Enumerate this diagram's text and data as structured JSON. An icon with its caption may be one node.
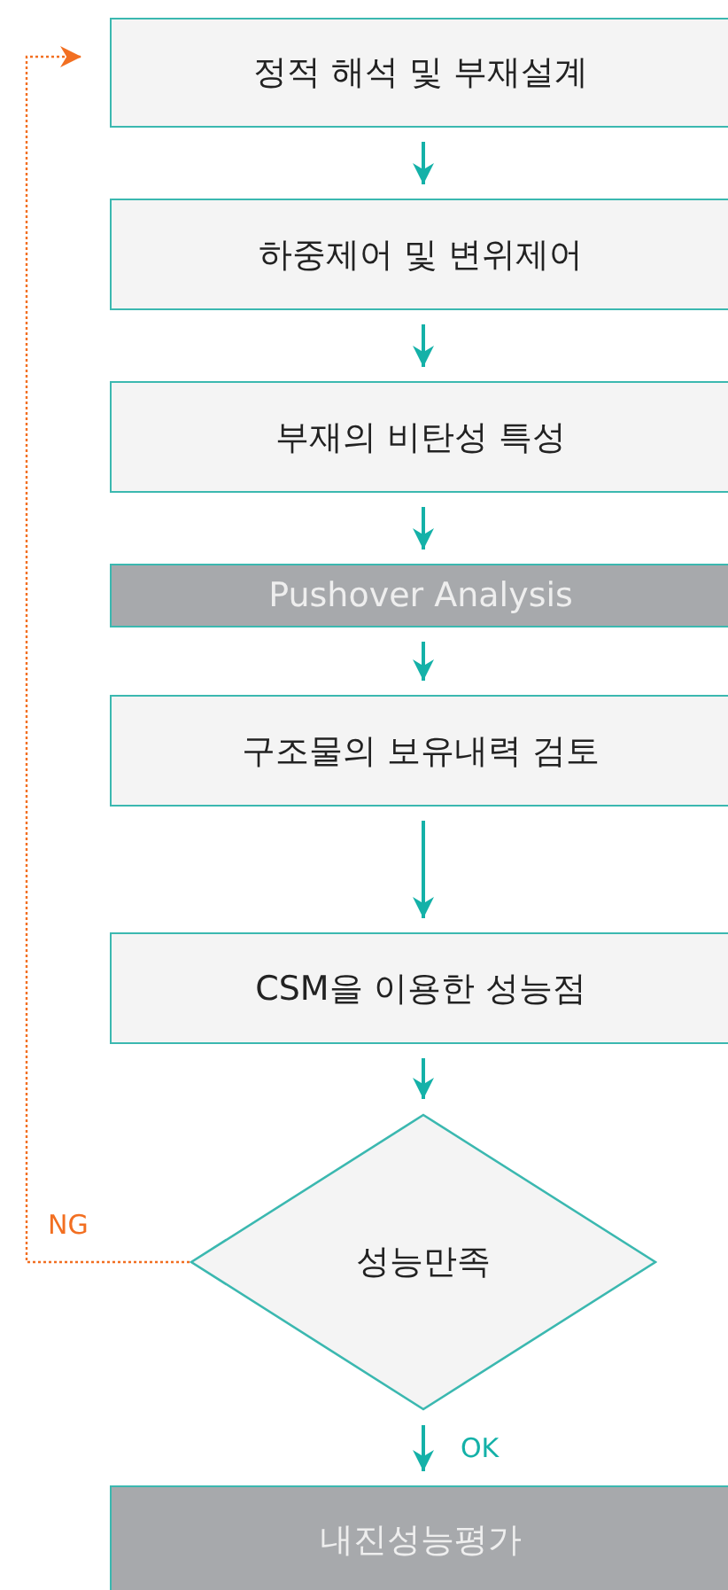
{
  "diagram": {
    "nodes": [
      {
        "text": [
          "정적 해석 및 부재설계"
        ]
      },
      {
        "text": [
          "하중제어 및 변위제어"
        ]
      },
      {
        "text": [
          "부재의 비탄성 특성"
        ]
      },
      {
        "text": [
          "Pushover Analysis"
        ]
      },
      {
        "text": [
          "구조물의 보유내력 검토"
        ]
      },
      {
        "text": [
          "CSM을 이용한 성능점"
        ]
      },
      {
        "text": [
          "성능만족"
        ]
      },
      {
        "text": [
          "내진성능평가"
        ]
      }
    ],
    "edges": [
      {
        "from": 0,
        "to": 1,
        "arrow": "to"
      },
      {
        "from": 1,
        "to": 2,
        "arrow": "to"
      },
      {
        "from": 2,
        "to": 3,
        "arrow": "to"
      },
      {
        "from": 3,
        "to": 4,
        "arrow": "to"
      },
      {
        "from": 4,
        "to": 5,
        "arrow": "to"
      },
      {
        "from": 5,
        "to": 6,
        "arrow": "to"
      },
      {
        "from": 6,
        "to": 7,
        "arrow": "to",
        "label": "OK"
      },
      {
        "from": 6,
        "to": 0,
        "arrow": "to",
        "label": "NG",
        "style": "dashed",
        "color": "#f26f21"
      }
    ]
  }
}
